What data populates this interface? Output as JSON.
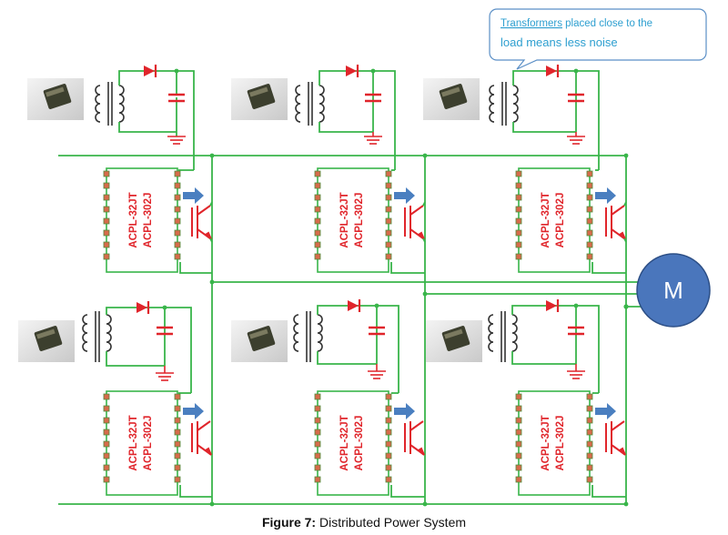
{
  "callout": {
    "line1_link": "Transformers",
    "line1_rest": " placed close to the",
    "line2": "load means less noise"
  },
  "chip": {
    "part_a": "ACPL-32JT",
    "part_b": "ACPL-302J"
  },
  "motor": {
    "label": "M"
  },
  "caption": {
    "figure_label": "Figure 7:",
    "text": " Distributed Power System"
  },
  "colors": {
    "wire": "#39b54a",
    "component": "#e0252b",
    "arrow": "#4a7fc0",
    "motor_fill": "#4a76bc",
    "callout_text": "#2e9fd0"
  }
}
